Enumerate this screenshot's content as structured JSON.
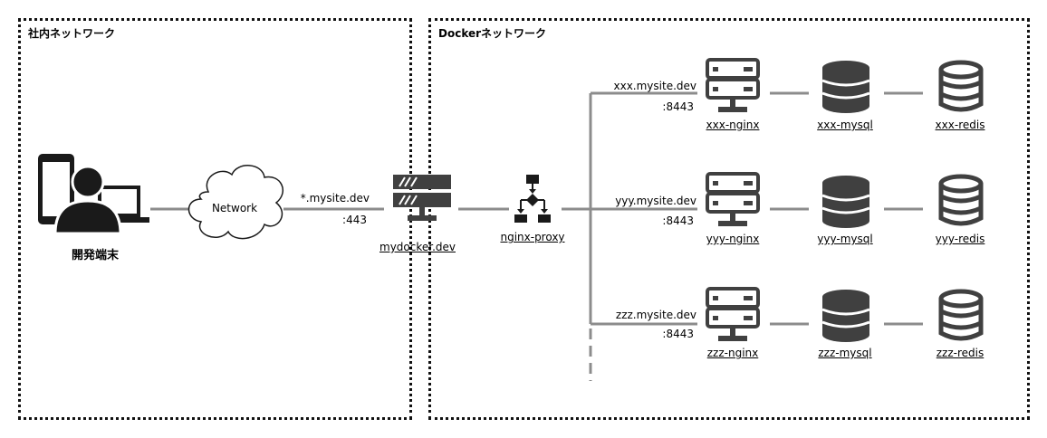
{
  "zones": {
    "internal": {
      "title": "社内ネットワーク"
    },
    "docker": {
      "title": "Dockerネットワーク"
    }
  },
  "client": {
    "label": "開発端末",
    "icon": "user-devices-icon"
  },
  "network": {
    "label": "Network",
    "icon": "cloud-icon"
  },
  "public_endpoint": {
    "host": "*.mysite.dev",
    "port": ":443"
  },
  "host_server": {
    "label": "mydocker.dev",
    "icon": "server-rack-icon"
  },
  "proxy": {
    "label": "nginx-proxy",
    "icon": "flowchart-icon"
  },
  "stacks": [
    {
      "host": "xxx.mysite.dev",
      "port": ":8443",
      "nginx": "xxx-nginx",
      "mysql": "xxx-mysql",
      "redis": "xxx-redis"
    },
    {
      "host": "yyy.mysite.dev",
      "port": ":8443",
      "nginx": "yyy-nginx",
      "mysql": "yyy-mysql",
      "redis": "yyy-redis"
    },
    {
      "host": "zzz.mysite.dev",
      "port": ":8443",
      "nginx": "zzz-nginx",
      "mysql": "zzz-mysql",
      "redis": "zzz-redis"
    }
  ],
  "colors": {
    "icon": "#404040",
    "line": "#8c8c8c",
    "border": "#111111"
  }
}
